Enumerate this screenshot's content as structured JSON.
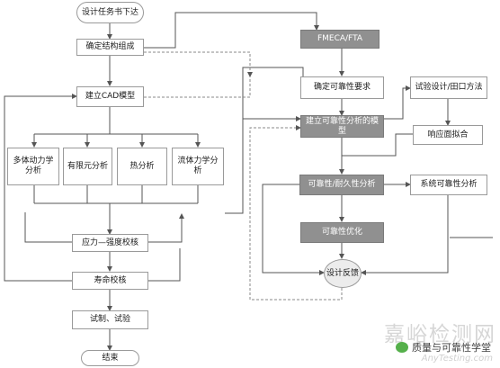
{
  "nodes": {
    "start": "设计任务书下达",
    "structure": "确定结构组成",
    "cad": "建立CAD模型",
    "multibody": "多体动力学分析",
    "fea": "有限元分析",
    "thermal": "热分析",
    "fluid": "流体力学分析",
    "stress": "应力—强度校核",
    "life": "寿命校核",
    "trial": "试制、试验",
    "end": "结束",
    "fmeca": "FMECA/FTA",
    "req": "确定可靠性要求",
    "model": "建立可靠性分析的模型",
    "doe": "试验设计/田口方法",
    "rsm": "响应面拟合",
    "reliability": "可靠性/耐久性分析",
    "system": "系统可靠性分析",
    "optimize": "可靠性优化",
    "feedback": "设计反馈"
  },
  "watermark": {
    "main": "嘉峪检测网",
    "sub": "质量与可靠性学堂",
    "url": "AnyTesting.com"
  }
}
